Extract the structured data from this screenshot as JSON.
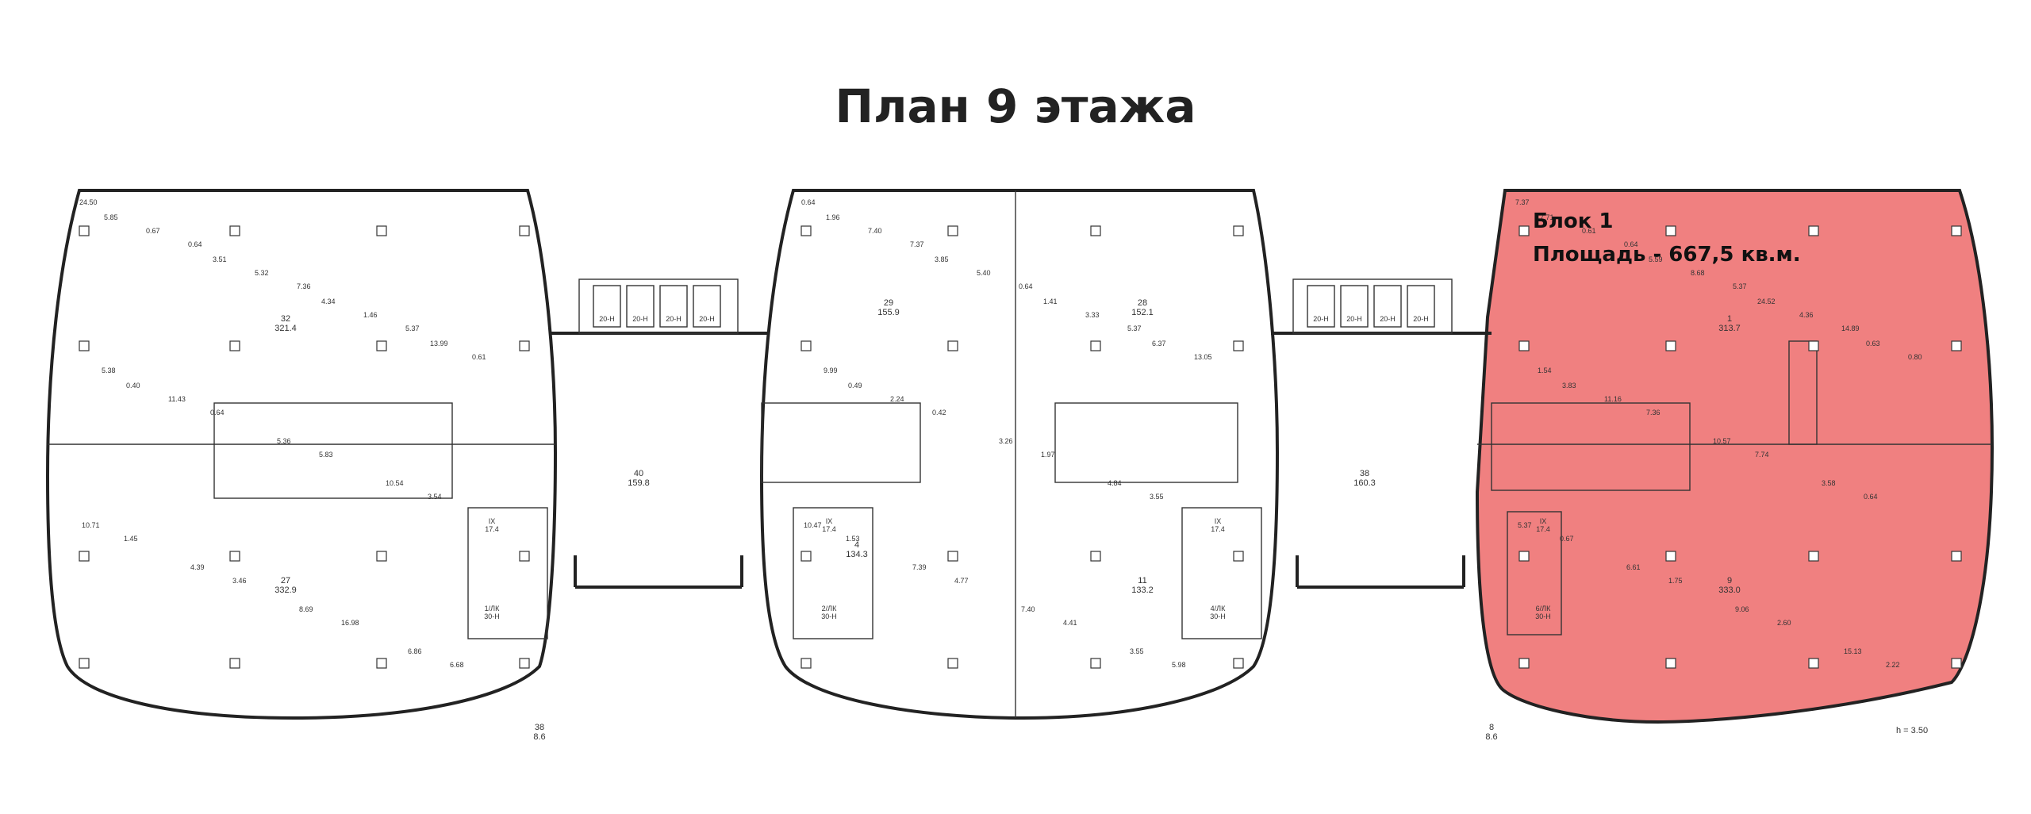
{
  "title": "План 9 этажа",
  "highlight": {
    "block_label": "Блок 1",
    "area_label": "Площадь - 667,5 кв.м.",
    "fill_color": "#f08080",
    "stroke_color": "#d42020"
  },
  "plan": {
    "height_note": "h = 3.50",
    "dimensions": [
      "24.50",
      "0.64",
      "7.37",
      "0.64",
      "7.37",
      "0.64",
      "7.36",
      "0.64",
      "5.37",
      "5.37",
      "5.37",
      "14.89",
      "5.38",
      "9.99",
      "1.54",
      "0.64",
      "0.42",
      "7.36",
      "5.83",
      "1.97",
      "7.74",
      "3.54",
      "3.55",
      "0.64",
      "1.45",
      "1.53",
      "0.67",
      "3.46",
      "4.77",
      "1.75",
      "16.98",
      "4.41",
      "2.60",
      "6.68",
      "5.98",
      "2.22",
      "0.67",
      "7.40",
      "0.61",
      "5.32",
      "5.40",
      "8.68",
      "1.46",
      "3.33",
      "4.36",
      "0.61",
      "13.05",
      "0.80",
      "11.43",
      "2.24",
      "11.16",
      "5.36",
      "3.26",
      "10.57",
      "10.54",
      "4.84",
      "3.58",
      "10.71",
      "10.47",
      "5.37",
      "4.39",
      "7.39",
      "6.61",
      "8.69",
      "7.40",
      "9.06",
      "6.86",
      "3.55",
      "15.13",
      "5.85",
      "1.96",
      "7.71",
      "3.51",
      "3.85",
      "5.59",
      "4.34",
      "1.41",
      "24.52",
      "13.99",
      "6.37",
      "0.63",
      "0.40",
      "0.49",
      "3.83"
    ],
    "rooms": [
      "32\n321.4",
      "40\n159.8",
      "27\n332.9",
      "29\n155.9",
      "28\n152.1",
      "11\n133.2",
      "4\n134.3",
      "38\n160.3",
      "1\n313.7",
      "9\n333.0",
      "38\n8.6",
      "8\n8.6"
    ],
    "stairs": [
      "IX\n17.4",
      "IX\n17.4",
      "IX\n17.4",
      "IX\n17.4"
    ],
    "lifts": [
      "1/ЛК\n30-Н",
      "2/ЛК\n30-Н",
      "4/ЛК\n30-Н",
      "6/ЛК\n30-Н"
    ],
    "shafts": [
      "20-Н",
      "20-Н",
      "20-Н",
      "20-Н",
      "20-Н",
      "20-Н",
      "20-Н",
      "20-Н"
    ]
  }
}
